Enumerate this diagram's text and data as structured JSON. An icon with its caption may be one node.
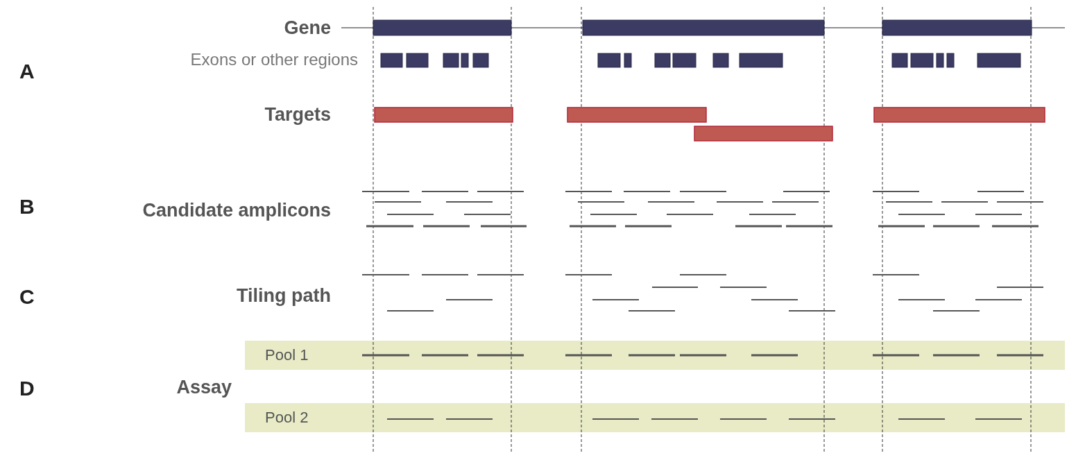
{
  "diagram": {
    "nodes": [
      {
        "text": [
          "Pool 1"
        ]
      },
      {
        "text": [
          "Pool 2"
        ]
      }
    ],
    "edges": [],
    "labels": [
      "A",
      "Gene",
      "Exons or other regions",
      "Targets",
      "B",
      "Candidate amplicons",
      "C",
      "Tiling path",
      "D",
      "Assay"
    ]
  }
}
